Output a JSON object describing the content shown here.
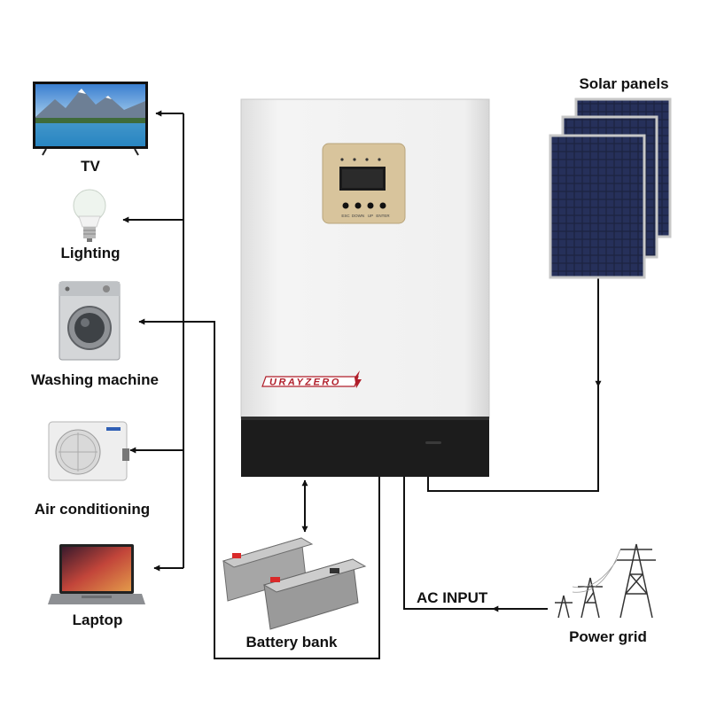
{
  "labels": {
    "tv": "TV",
    "lighting": "Lighting",
    "washing_machine": "Washing machine",
    "air_conditioning": "Air conditioning",
    "laptop": "Laptop",
    "solar_panels": "Solar panels",
    "battery_bank": "Battery bank",
    "ac_input": "AC INPUT",
    "power_grid": "Power grid"
  },
  "inverter": {
    "brand": "URAYZERO",
    "buttons": [
      "ESC",
      "DOWN",
      "UP",
      "ENTER"
    ]
  },
  "colors": {
    "line": "#111111",
    "inverter_body": "#eeeeee",
    "inverter_base": "#1c1c1c",
    "panel_bezel": "#d8c49c",
    "brand": "#b01e2a",
    "solar_cell": "#1b2340",
    "battery": "#8f8f8f"
  }
}
